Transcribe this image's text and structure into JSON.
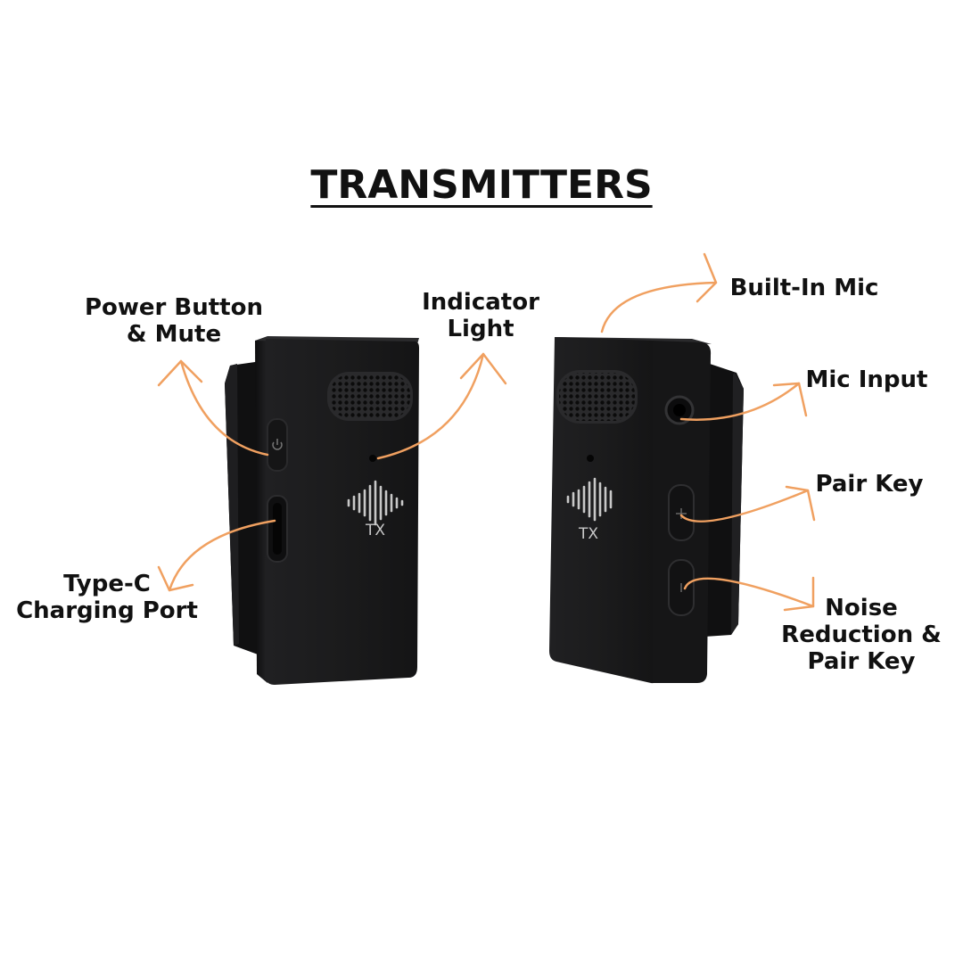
{
  "title": "TRANSMITTERS",
  "device_badge": "TX",
  "colors": {
    "arrow": "#f0a060",
    "device_body": "#1a1a1b",
    "device_edge": "#2e2e30",
    "clip": "#111112",
    "text": "#111111"
  },
  "labels": {
    "power_button_line1": "Power Button",
    "power_button_line2": "& Mute",
    "indicator_line1": "Indicator",
    "indicator_line2": "Light",
    "type_c_line1": "Type-C",
    "type_c_line2": "Charging Port",
    "built_in_mic": "Built-In Mic",
    "mic_input": "Mic Input",
    "pair_key": "Pair Key",
    "noise_line1": "Noise",
    "noise_line2": "Reduction &",
    "noise_line3": "Pair Key"
  },
  "icons": [
    "power-icon",
    "plus-icon",
    "minus-icon",
    "sound-wave-icon"
  ]
}
